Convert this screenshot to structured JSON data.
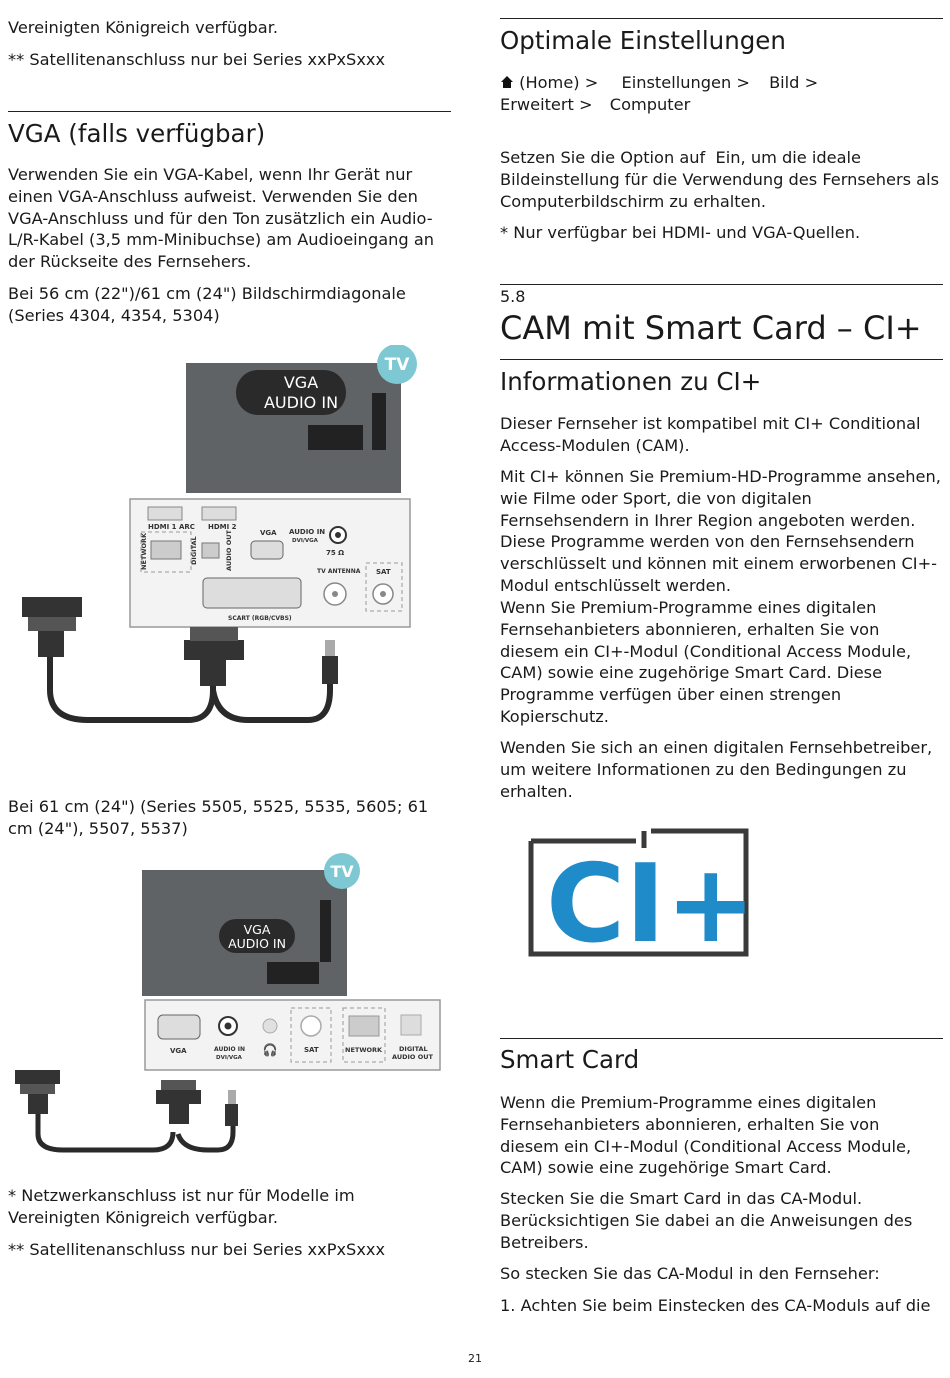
{
  "left": {
    "top_p1": "Vereinigten Königreich verfügbar.",
    "top_p2": "** Satellitenanschluss nur bei Series xxPxSxxx",
    "vga_heading": "VGA (falls verfügbar)",
    "vga_p1": "Verwenden Sie ein VGA-Kabel, wenn Ihr Gerät nur einen VGA-Anschluss aufweist. Verwenden Sie den VGA-Anschluss und für den Ton zusätzlich ein Audio-L/R-Kabel (3,5 mm-Minibuchse) am Audioeingang an der Rückseite des Fernsehers.",
    "vga_p2": "Bei 56 cm (22\")/61 cm (24\") Bildschirmdiagonale (Series 4304, 4354, 5304)",
    "vga_p3": "Bei 61 cm (24\") (Series 5505, 5525, 5535, 5605; 61 cm (24\"), 5507, 5537)",
    "note1": "* Netzwerkanschluss ist nur für Modelle im Vereinigten Königreich verfügbar.",
    "note2": "** Satellitenanschluss nur bei Series xxPxSxxx",
    "fig1": {
      "tv_badge": "TV",
      "vga_label": "VGA",
      "audio_label": "AUDIO IN",
      "hdmi1": "HDMI 1 ARC",
      "hdmi2": "HDMI 2",
      "network": "NETWORK",
      "digital": "DIGITAL",
      "audio_out": "AUDIO OUT",
      "vga": "VGA",
      "audio_in": "AUDIO IN",
      "dvi_vga": "DVI/VGA",
      "ohm": "75 Ω",
      "tv_antenna": "TV ANTENNA",
      "sat": "SAT",
      "scart": "SCART (RGB/CVBS)"
    },
    "fig2": {
      "tv_badge": "TV",
      "vga_label": "VGA",
      "audio_label": "AUDIO IN",
      "vga": "VGA",
      "audio_in": "AUDIO IN",
      "dvi_vga": "DVI/VGA",
      "sat": "SAT",
      "network": "NETWORK",
      "digital": "DIGITAL",
      "audio_out": "AUDIO OUT"
    }
  },
  "right": {
    "opt_heading": "Optimale Einstellungen",
    "bc_home": "(Home) >",
    "bc_1": "Einstellungen >",
    "bc_2": "Bild >",
    "bc_3": "Erweitert >",
    "bc_4": "Computer",
    "opt_p1_a": "Setzen Sie die Option auf",
    "opt_p1_b": "Ein",
    "opt_p1_c": ", um die ideale Bildeinstellung für die Verwendung des Fernsehers als Computerbildschirm zu erhalten.",
    "opt_p2": "* Nur verfügbar bei HDMI- und VGA-Quellen.",
    "section_num": "5.8",
    "section_title": "CAM mit Smart Card – CI+",
    "info_heading": "Informationen zu CI+",
    "info_p1": "Dieser Fernseher ist kompatibel mit CI+ Conditional Access-Modulen (CAM).",
    "info_p2": "Mit CI+ können Sie Premium-HD-Programme ansehen, wie Filme oder Sport, die von digitalen Fernsehsendern in Ihrer Region angeboten werden. Diese Programme werden von den Fernsehsendern verschlüsselt und können mit einem erworbenen CI+-Modul entschlüsselt werden.",
    "info_p3": "Wenn Sie Premium-Programme eines digitalen Fernsehanbieters abonnieren, erhalten Sie von diesem ein CI+-Modul (Conditional Access Module, CAM) sowie eine zugehörige Smart Card. Diese Programme verfügen über einen strengen Kopierschutz.",
    "info_p4": "Wenden Sie sich an einen digitalen Fernsehbetreiber, um weitere Informationen zu den Bedingungen zu erhalten.",
    "ci_logo": "CI+",
    "smart_heading": "Smart Card",
    "smart_p1": "Wenn die Premium-Programme eines digitalen Fernsehanbieters abonnieren, erhalten Sie von diesem ein CI+-Modul (Conditional Access Module, CAM) sowie eine zugehörige Smart Card.",
    "smart_p2": "Stecken Sie die Smart Card in das CA-Modul. Berücksichtigen Sie dabei an die Anweisungen des Betreibers.",
    "smart_p3": "So stecken Sie das CA-Modul in den Fernseher:",
    "smart_p4": "1. Achten Sie beim Einstecken des CA-Moduls auf die"
  },
  "page_number": "21",
  "colors": {
    "tv_badge": "#7ec8d3",
    "tv_panel": "#606366",
    "ci_blue": "#1f8bc9",
    "ci_dark": "#3a3a3a"
  }
}
